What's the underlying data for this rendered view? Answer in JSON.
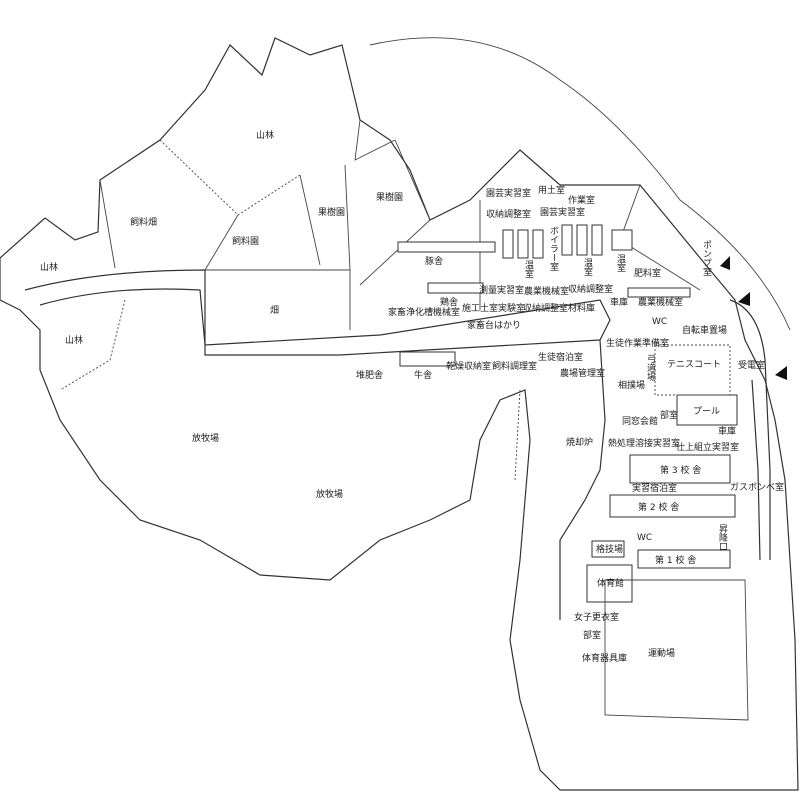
{
  "map": {
    "zones": {
      "forest_top": "山林",
      "feed_field": "飼料畑",
      "feed_garden": "飼料園",
      "orchard_1": "果樹園",
      "orchard_2": "果樹園",
      "forest_left": "山林",
      "field": "畑",
      "forest_small": "山林",
      "pasture_1": "放牧場",
      "pasture_2": "放牧場"
    },
    "farm": {
      "horticulture_lab_1": "園芸実習室",
      "soil_room": "用土室",
      "work_room": "作業室",
      "horticulture_lab_2": "園芸実習室",
      "storage_adjust_1": "収納調整室",
      "greenhouse_1": "温室",
      "boiler_room": "ボイラー室",
      "greenhouse_2": "温室",
      "greenhouse_3": "温室",
      "fertilizer_room": "肥料室",
      "pig_barn": "豚舎",
      "chicken_barn": "鶏舎",
      "survey_lab": "測量実習室",
      "farm_machinery_1": "農業機械室",
      "storage_adjust_2": "収納調整室",
      "garage_farm": "車庫",
      "farm_machinery_2": "農業機械室",
      "soil_test_lab": "施工土室実験室",
      "storage_adjust_3": "収納調整室",
      "materials_store": "材料庫",
      "septic_machine_room": "家畜浄化槽機械室",
      "livestock_scale": "家畜台はかり",
      "compost_barn": "堆肥舎",
      "cattle_barn": "牛舎",
      "drying_storage": "乾燥収納室",
      "feed_prep_room": "飼料調理室",
      "student_lodging": "生徒宿泊室",
      "farm_office": "農場管理室",
      "pump_room": "ポンプ室"
    },
    "school": {
      "wc_1": "WC",
      "bicycle_parking": "自転車置場",
      "student_prep_room": "生徒作業準備室",
      "tennis_court": "テニスコート",
      "archery_range": "弓道場",
      "sumo_ring": "相撲場",
      "power_room": "受電室",
      "alumni_hall": "同窓会館",
      "club_room_1": "部室",
      "pool": "プール",
      "garage": "車庫",
      "welding_lab": "熱処理溶接実習室",
      "assembly_lab": "仕上組立実習室",
      "incinerator": "焼却炉",
      "building_3": "第 3 校 舎",
      "gas_cylinder_room": "ガスボンベ室",
      "practice_lodging": "実習宿泊室",
      "building_2": "第 2 校 舎",
      "entrance": "昇降口",
      "wc_2": "WC",
      "martial_arts_hall": "格技場",
      "building_1": "第 1 校 舎",
      "gymnasium": "体育館",
      "girls_locker": "女子更衣室",
      "club_room_2": "部室",
      "sports_storage": "体育器具庫",
      "athletic_field": "運動場"
    }
  }
}
